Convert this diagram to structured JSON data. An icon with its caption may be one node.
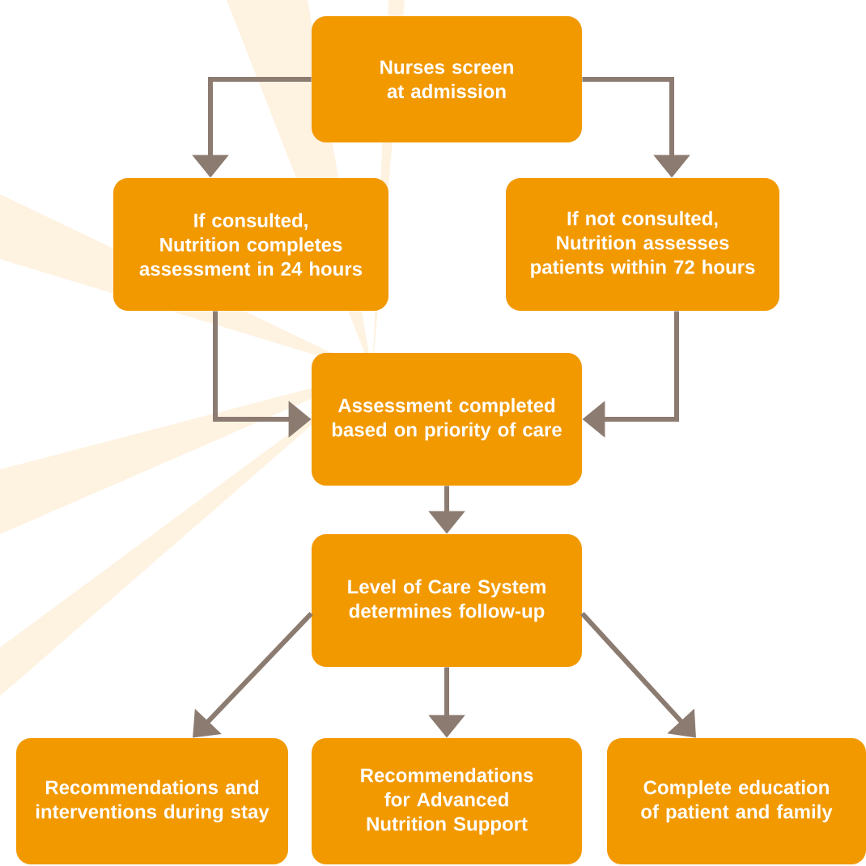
{
  "diagram": {
    "nodes": [
      {
        "text": [
          "Nurses screen at admission"
        ]
      },
      {
        "text": [
          "If consulted, Nutrition completes assessment in 24 hours"
        ]
      },
      {
        "text": [
          "If not consulted, Nutrition assesses patients within 72 hours"
        ]
      },
      {
        "text": [
          "Assessment completed based on priority of care"
        ]
      },
      {
        "text": [
          "Level of Care System determines follow-up"
        ]
      },
      {
        "text": [
          "Recommendations and interventions during stay"
        ]
      },
      {
        "text": [
          "Recommendations for Advanced Nutrition Support"
        ]
      },
      {
        "text": [
          "Complete education of patient and family"
        ]
      }
    ],
    "edges": [
      {
        "from": 0,
        "to": 1,
        "arrow": "to"
      },
      {
        "from": 0,
        "to": 2,
        "arrow": "to"
      },
      {
        "from": 1,
        "to": 3,
        "arrow": "to"
      },
      {
        "from": 2,
        "to": 3,
        "arrow": "to"
      },
      {
        "from": 3,
        "to": 4,
        "arrow": "to"
      },
      {
        "from": 4,
        "to": 5,
        "arrow": "to"
      },
      {
        "from": 4,
        "to": 6,
        "arrow": "to"
      },
      {
        "from": 4,
        "to": 7,
        "arrow": "to"
      }
    ]
  }
}
